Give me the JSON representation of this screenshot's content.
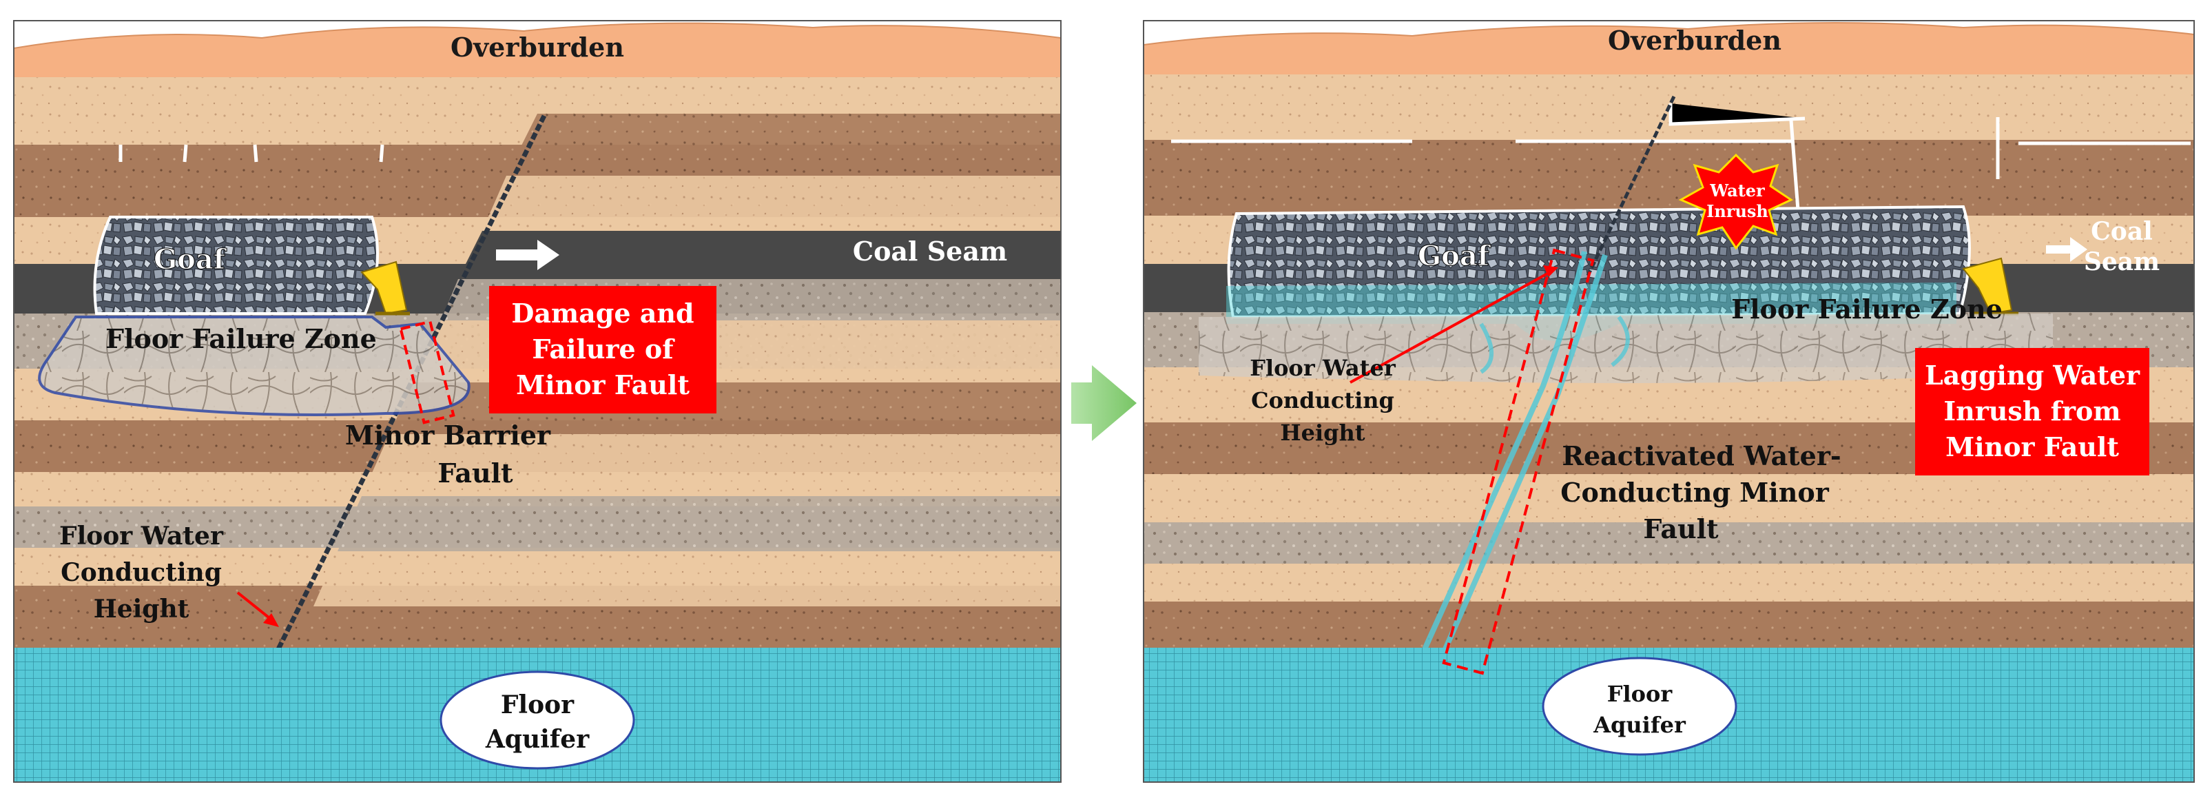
{
  "left_panel": {
    "overburden": "Overburden",
    "goaf": "Goaf",
    "coal_seam": "Coal Seam",
    "floor_failure_zone": "Floor Failure Zone",
    "damage_box": [
      "Damage and",
      "Failure of",
      "Minor Fault"
    ],
    "minor_barrier_fault": [
      "Minor Barrier",
      "Fault"
    ],
    "floor_water_conducting_height": [
      "Floor Water",
      "Conducting",
      "Height"
    ],
    "floor_aquifer": [
      "Floor",
      "Aquifer"
    ]
  },
  "right_panel": {
    "overburden": "Overburden",
    "water_inrush": [
      "Water",
      "Inrush"
    ],
    "goaf": "Goaf",
    "coal_seam": [
      "Coal",
      "Seam"
    ],
    "floor_failure_zone": "Floor Failure Zone",
    "floor_water_conducting_height": [
      "Floor Water",
      "Conducting",
      "Height"
    ],
    "lagging_box": [
      "Lagging Water",
      "Inrush from",
      "Minor Fault"
    ],
    "reactivated_fault": [
      "Reactivated Water-",
      "Conducting Minor",
      "Fault"
    ],
    "floor_aquifer": [
      "Floor",
      "Aquifer"
    ]
  },
  "colors": {
    "overburden": "#f6b183",
    "light_rock": "#eccaa3",
    "dark_rock": "#a87a5c",
    "coal": "#484848",
    "aquifer": "#55c8d6",
    "red_box": "#ff0000",
    "transition_arrow": "#8fd27e"
  },
  "icons": [
    "advance-arrow-icon",
    "transition-arrow-icon",
    "water-inrush-burst-icon",
    "hydraulic-support-icon"
  ]
}
